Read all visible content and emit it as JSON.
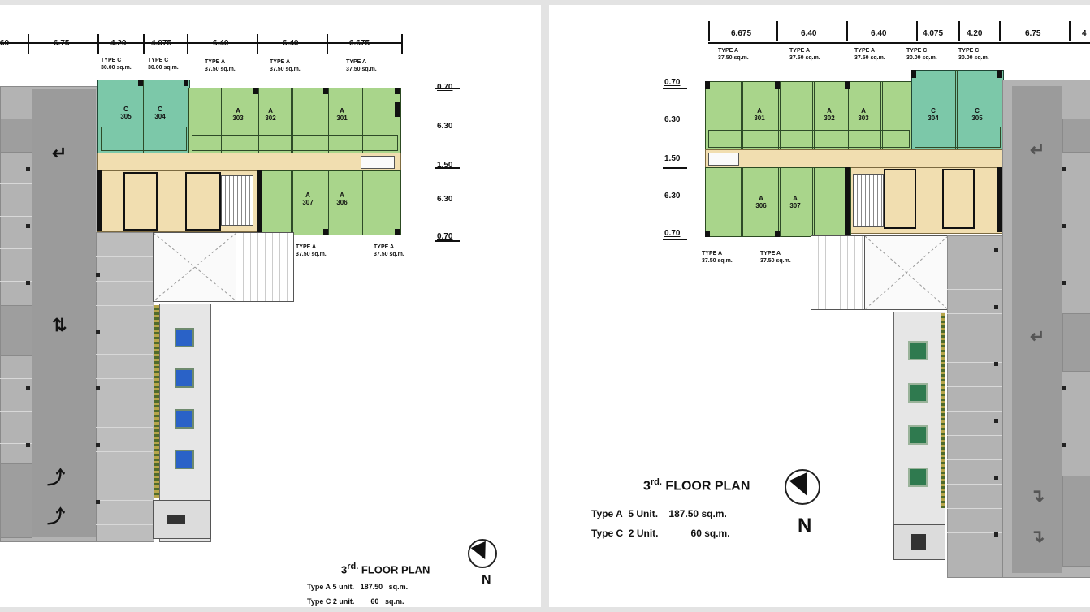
{
  "left": {
    "top_dims": [
      "6.75",
      "4.20",
      "4.075",
      "6.40",
      "6.40",
      "6.675"
    ],
    "top_cut_dim": "60",
    "top_types": [
      {
        "type": "TYPE C",
        "area": "30.00 sq.m."
      },
      {
        "type": "TYPE C",
        "area": "30.00 sq.m."
      },
      {
        "type": "TYPE A",
        "area": "37.50 sq.m."
      },
      {
        "type": "TYPE A",
        "area": "37.50 sq.m."
      },
      {
        "type": "TYPE A",
        "area": "37.50 sq.m."
      }
    ],
    "units_top": [
      {
        "t": "C",
        "n": "305"
      },
      {
        "t": "C",
        "n": "304"
      },
      {
        "t": "A",
        "n": "303"
      },
      {
        "t": "A",
        "n": "302"
      },
      {
        "t": "A",
        "n": "301"
      }
    ],
    "units_bottom": [
      {
        "t": "A",
        "n": "307"
      },
      {
        "t": "A",
        "n": "306"
      }
    ],
    "right_dims": [
      "0.70",
      "6.30",
      "1.50",
      "6.30",
      "0.70"
    ],
    "bottom_types": [
      {
        "type": "TYPE A",
        "area": "37.50 sq.m."
      },
      {
        "type": "TYPE A",
        "area": "37.50 sq.m."
      }
    ],
    "title_prefix": "3",
    "title_sup": "rd.",
    "title_main": "FLOOR PLAN",
    "stats": [
      {
        "label": "Type A",
        "count": "5",
        "unit": "unit.",
        "area": "187.50",
        "sqm": "sq.m."
      },
      {
        "label": "Type C",
        "count": "2",
        "unit": "unit.",
        "area": "60",
        "sqm": "sq.m."
      }
    ],
    "north": "N"
  },
  "right": {
    "top_dims": [
      "6.675",
      "6.40",
      "6.40",
      "4.075",
      "4.20",
      "6.75"
    ],
    "top_cut_dim": "4",
    "top_types": [
      {
        "type": "TYPE A",
        "area": "37.50 sq.m."
      },
      {
        "type": "TYPE A",
        "area": "37.50 sq.m."
      },
      {
        "type": "TYPE A",
        "area": "37.50 sq.m."
      },
      {
        "type": "TYPE C",
        "area": "30.00 sq.m."
      },
      {
        "type": "TYPE C",
        "area": "30.00 sq.m."
      }
    ],
    "units_top": [
      {
        "t": "A",
        "n": "301"
      },
      {
        "t": "A",
        "n": "302"
      },
      {
        "t": "A",
        "n": "303"
      },
      {
        "t": "C",
        "n": "304"
      },
      {
        "t": "C",
        "n": "305"
      }
    ],
    "units_bottom": [
      {
        "t": "A",
        "n": "306"
      },
      {
        "t": "A",
        "n": "307"
      }
    ],
    "left_dims": [
      "0.70",
      "6.30",
      "1.50",
      "6.30",
      "0.70"
    ],
    "bottom_types": [
      {
        "type": "TYPE A",
        "area": "37.50 sq.m."
      },
      {
        "type": "TYPE A",
        "area": "37.50 sq.m."
      }
    ],
    "title_prefix": "3",
    "title_sup": "rd.",
    "title_main": "FLOOR PLAN",
    "stats": [
      {
        "label": "Type A",
        "count": "5",
        "unit": "Unit.",
        "area": "187.50",
        "sqm": "sq.m."
      },
      {
        "label": "Type C",
        "count": "2",
        "unit": "Unit.",
        "area": "60",
        "sqm": "sq.m."
      }
    ],
    "north": "N"
  },
  "colors": {
    "unit_type_a": "#a9d58b",
    "unit_type_c": "#7cc8a9",
    "core": "#f1deb0",
    "parking": "#b3b3b3"
  }
}
